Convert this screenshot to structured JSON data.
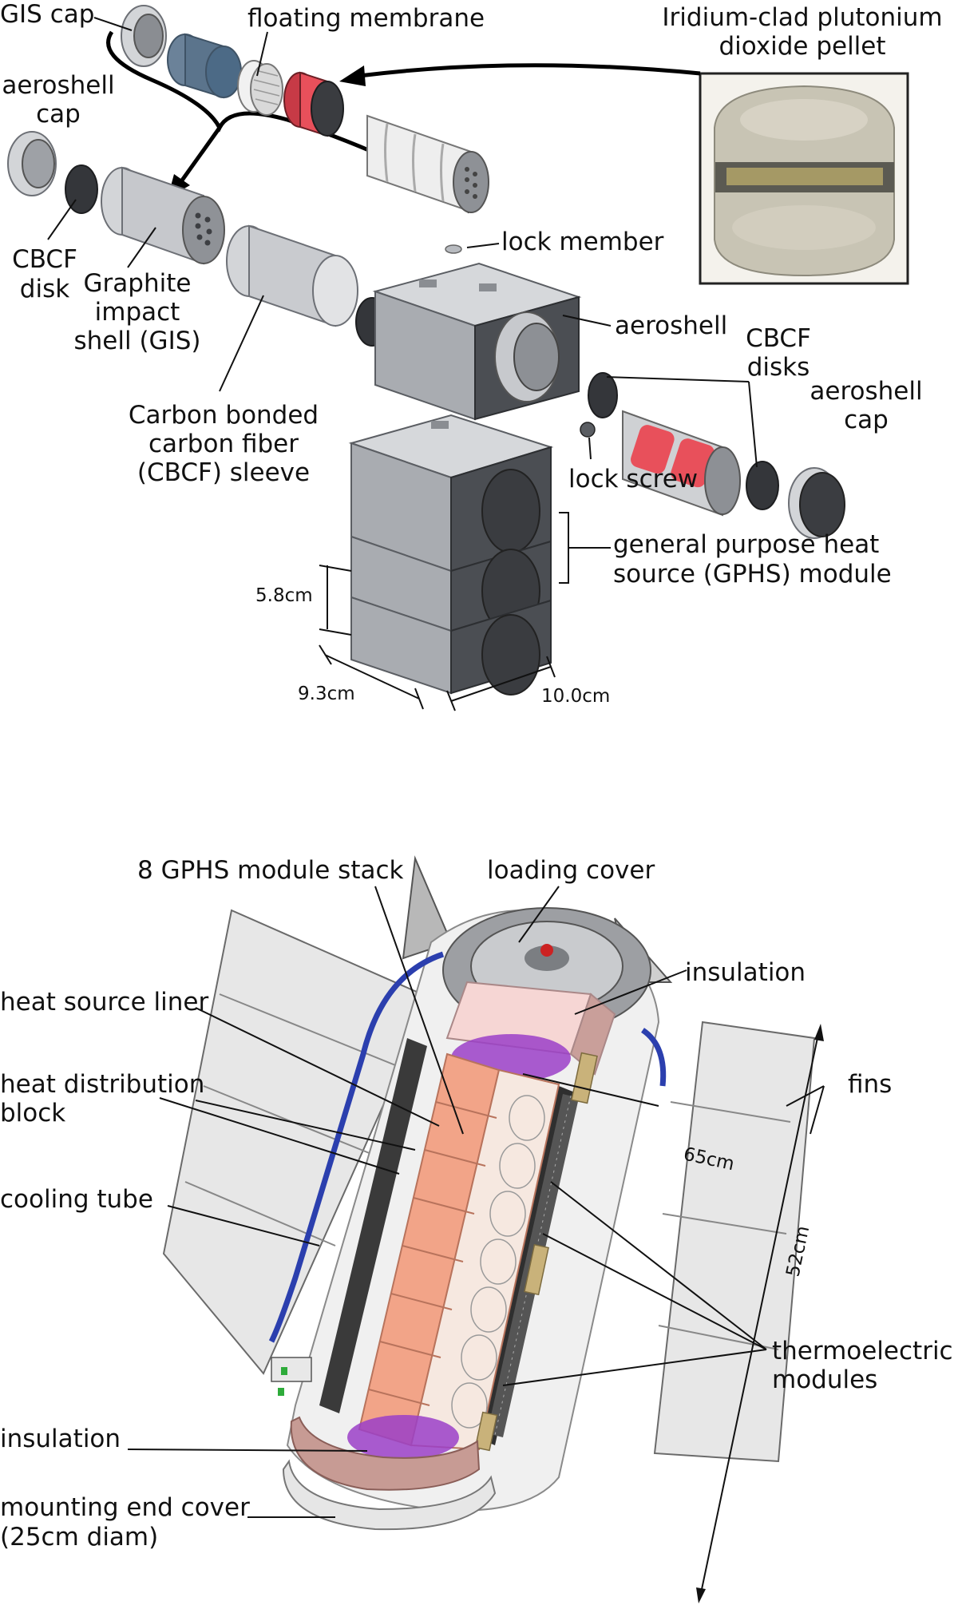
{
  "top_panel": {
    "labels": {
      "gis_cap": "GIS cap",
      "floating_membrane": "floating membrane",
      "pellet_title_1": "Iridium-clad plutonium",
      "pellet_title_2": "dioxide pellet",
      "aeroshell_cap_left_1": "aeroshell",
      "aeroshell_cap_left_2": "cap",
      "cbcf_disk_1": "CBCF",
      "cbcf_disk_2": "disk",
      "gis_1": "Graphite",
      "gis_2": "impact",
      "gis_3": "shell (GIS)",
      "lock_member": "lock member",
      "aeroshell": "aeroshell",
      "cbcf_disks_1": "CBCF",
      "cbcf_disks_2": "disks",
      "aeroshell_cap_right_1": "aeroshell",
      "aeroshell_cap_right_2": "cap",
      "cbcf_sleeve_1": "Carbon bonded",
      "cbcf_sleeve_2": "carbon fiber",
      "cbcf_sleeve_3": "(CBCF) sleeve",
      "lock_screw": "lock screw",
      "gphs_module_1": "general purpose heat",
      "gphs_module_2": "source (GPHS) module"
    },
    "dimensions": {
      "height": "5.8cm",
      "width": "9.3cm",
      "depth": "10.0cm"
    }
  },
  "bottom_panel": {
    "labels": {
      "module_stack": "8 GPHS module stack",
      "loading_cover": "loading cover",
      "insulation_top": "insulation",
      "heat_source_liner": "heat source liner",
      "heat_distribution_1": "heat distribution",
      "heat_distribution_2": "block",
      "fins": "fins",
      "cooling_tube": "cooling tube",
      "thermoelectric_1": "thermoelectric",
      "thermoelectric_2": "modules",
      "insulation_bottom": "insulation",
      "mounting_cover_1": "mounting end cover",
      "mounting_cover_2": "(25cm diam)"
    },
    "dimensions": {
      "diameter": "65cm",
      "length": "52cm"
    }
  },
  "colors": {
    "pellet_red": "#e8505b",
    "membrane_blue": "#4c6a86",
    "liner_orange": "#f2a488",
    "insulation_pink": "#f6d6d4",
    "purple_end": "#9b3fc8",
    "cooling_tube": "#2b3fae"
  }
}
